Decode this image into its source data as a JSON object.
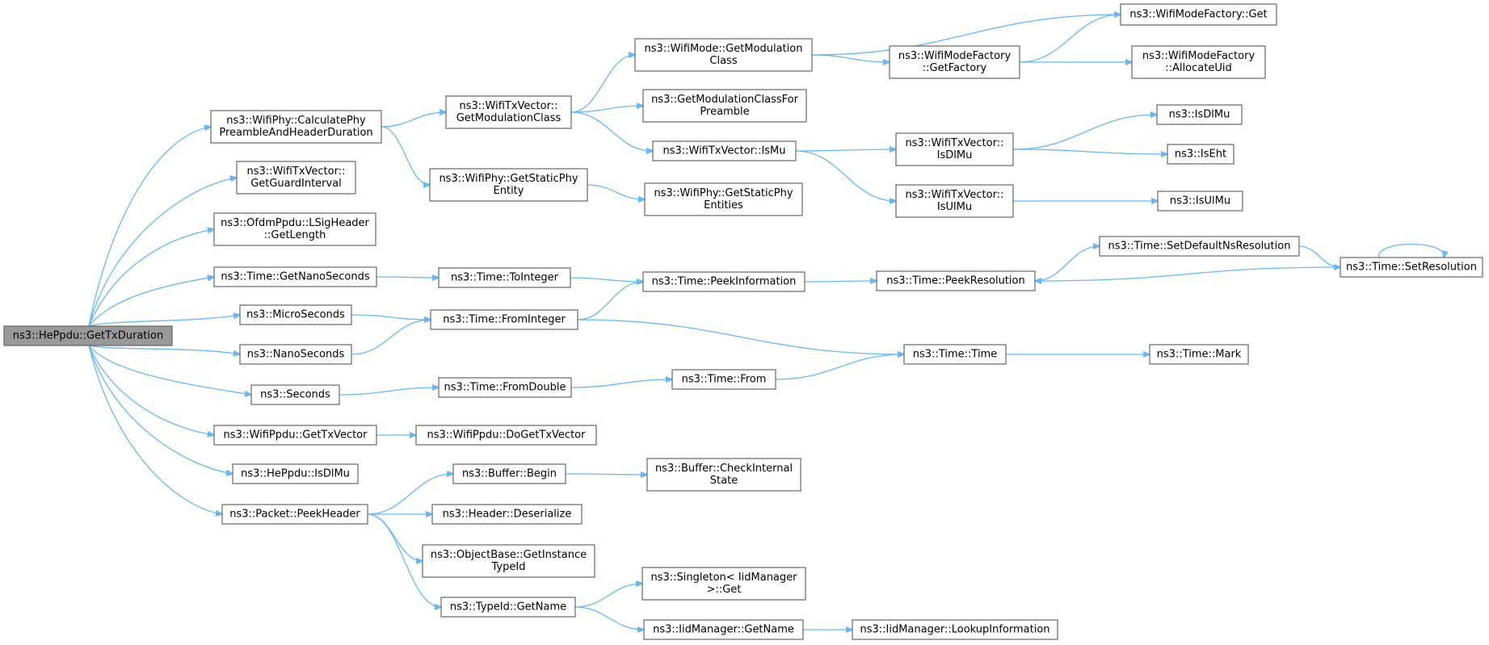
{
  "graph": {
    "root": "ns3::HePpdu::GetTxDuration",
    "nodes": [
      {
        "id": "root",
        "lines": [
          "ns3::HePpdu::GetTxDuration"
        ]
      },
      {
        "id": "calcPhy",
        "lines": [
          "ns3::WifiPhy::CalculatePhy",
          "PreambleAndHeaderDuration"
        ]
      },
      {
        "id": "guardInt",
        "lines": [
          "ns3::WifiTxVector::",
          "GetGuardInterval"
        ]
      },
      {
        "id": "lsigLen",
        "lines": [
          "ns3::OfdmPpdu::LSigHeader",
          "::GetLength"
        ]
      },
      {
        "id": "getNano",
        "lines": [
          "ns3::Time::GetNanoSeconds"
        ]
      },
      {
        "id": "micro",
        "lines": [
          "ns3::MicroSeconds"
        ]
      },
      {
        "id": "nano",
        "lines": [
          "ns3::NanoSeconds"
        ]
      },
      {
        "id": "seconds",
        "lines": [
          "ns3::Seconds"
        ]
      },
      {
        "id": "getTxVec",
        "lines": [
          "ns3::WifiPpdu::GetTxVector"
        ]
      },
      {
        "id": "hePpduIsDlMu",
        "lines": [
          "ns3::HePpdu::IsDlMu"
        ]
      },
      {
        "id": "peekHeader",
        "lines": [
          "ns3::Packet::PeekHeader"
        ]
      },
      {
        "id": "txvGetModClass",
        "lines": [
          "ns3::WifiTxVector::",
          "GetModulationClass"
        ]
      },
      {
        "id": "getStaticPhyEntity",
        "lines": [
          "ns3::WifiPhy::GetStaticPhy",
          "Entity"
        ]
      },
      {
        "id": "toInteger",
        "lines": [
          "ns3::Time::ToInteger"
        ]
      },
      {
        "id": "fromInteger",
        "lines": [
          "ns3::Time::FromInteger"
        ]
      },
      {
        "id": "fromDouble",
        "lines": [
          "ns3::Time::FromDouble"
        ]
      },
      {
        "id": "doGetTxVec",
        "lines": [
          "ns3::WifiPpdu::DoGetTxVector"
        ]
      },
      {
        "id": "bufBegin",
        "lines": [
          "ns3::Buffer::Begin"
        ]
      },
      {
        "id": "hdrDeser",
        "lines": [
          "ns3::Header::Deserialize"
        ]
      },
      {
        "id": "getInstTypeId",
        "lines": [
          "ns3::ObjectBase::GetInstance",
          "TypeId"
        ]
      },
      {
        "id": "typeIdGetName",
        "lines": [
          "ns3::TypeId::GetName"
        ]
      },
      {
        "id": "wmGetModClass",
        "lines": [
          "ns3::WifiMode::GetModulation",
          "Class"
        ]
      },
      {
        "id": "getModClassPreamble",
        "lines": [
          "ns3::GetModulationClassFor",
          "Preamble"
        ]
      },
      {
        "id": "txvIsMu",
        "lines": [
          "ns3::WifiTxVector::IsMu"
        ]
      },
      {
        "id": "getStaticPhyEntities",
        "lines": [
          "ns3::WifiPhy::GetStaticPhy",
          "Entities"
        ]
      },
      {
        "id": "peekInfo",
        "lines": [
          "ns3::Time::PeekInformation"
        ]
      },
      {
        "id": "timeFrom",
        "lines": [
          "ns3::Time::From"
        ]
      },
      {
        "id": "bufCheck",
        "lines": [
          "ns3::Buffer::CheckInternal",
          "State"
        ]
      },
      {
        "id": "singletonGet",
        "lines": [
          "ns3::Singleton< IidManager",
          ">::Get"
        ]
      },
      {
        "id": "iidGetName",
        "lines": [
          "ns3::IidManager::GetName"
        ]
      },
      {
        "id": "wmfGetFactory",
        "lines": [
          "ns3::WifiModeFactory",
          "::GetFactory"
        ]
      },
      {
        "id": "txvIsDlMu",
        "lines": [
          "ns3::WifiTxVector::",
          "IsDlMu"
        ]
      },
      {
        "id": "txvIsUlMu",
        "lines": [
          "ns3::WifiTxVector::",
          "IsUlMu"
        ]
      },
      {
        "id": "peekRes",
        "lines": [
          "ns3::Time::PeekResolution"
        ]
      },
      {
        "id": "timeTime",
        "lines": [
          "ns3::Time::Time"
        ]
      },
      {
        "id": "lookupInfo",
        "lines": [
          "ns3::IidManager::LookupInformation"
        ]
      },
      {
        "id": "wmfGet",
        "lines": [
          "ns3::WifiModeFactory::Get"
        ]
      },
      {
        "id": "wmfAlloc",
        "lines": [
          "ns3::WifiModeFactory",
          "::AllocateUid"
        ]
      },
      {
        "id": "isDlMu",
        "lines": [
          "ns3::IsDlMu"
        ]
      },
      {
        "id": "isEht",
        "lines": [
          "ns3::IsEht"
        ]
      },
      {
        "id": "isUlMu",
        "lines": [
          "ns3::IsUlMu"
        ]
      },
      {
        "id": "setDefNs",
        "lines": [
          "ns3::Time::SetDefaultNsResolution"
        ]
      },
      {
        "id": "setRes",
        "lines": [
          "ns3::Time::SetResolution"
        ]
      },
      {
        "id": "timeMark",
        "lines": [
          "ns3::Time::Mark"
        ]
      }
    ],
    "edges": [
      [
        "root",
        "calcPhy"
      ],
      [
        "root",
        "guardInt"
      ],
      [
        "root",
        "lsigLen"
      ],
      [
        "root",
        "getNano"
      ],
      [
        "root",
        "micro"
      ],
      [
        "root",
        "nano"
      ],
      [
        "root",
        "seconds"
      ],
      [
        "root",
        "getTxVec"
      ],
      [
        "root",
        "hePpduIsDlMu"
      ],
      [
        "root",
        "peekHeader"
      ],
      [
        "calcPhy",
        "txvGetModClass"
      ],
      [
        "calcPhy",
        "getStaticPhyEntity"
      ],
      [
        "txvGetModClass",
        "wmGetModClass"
      ],
      [
        "txvGetModClass",
        "getModClassPreamble"
      ],
      [
        "txvGetModClass",
        "txvIsMu"
      ],
      [
        "wmGetModClass",
        "wmfGet"
      ],
      [
        "wmGetModClass",
        "wmfGetFactory"
      ],
      [
        "wmfGetFactory",
        "wmfGet"
      ],
      [
        "wmfGetFactory",
        "wmfAlloc"
      ],
      [
        "txvIsMu",
        "txvIsDlMu"
      ],
      [
        "txvIsMu",
        "txvIsUlMu"
      ],
      [
        "txvIsDlMu",
        "isDlMu"
      ],
      [
        "txvIsDlMu",
        "isEht"
      ],
      [
        "txvIsUlMu",
        "isUlMu"
      ],
      [
        "getStaticPhyEntity",
        "getStaticPhyEntities"
      ],
      [
        "getNano",
        "toInteger"
      ],
      [
        "toInteger",
        "peekInfo"
      ],
      [
        "peekInfo",
        "peekRes"
      ],
      [
        "peekRes",
        "setDefNs"
      ],
      [
        "setDefNs",
        "setRes"
      ],
      [
        "setRes",
        "peekRes"
      ],
      [
        "setRes",
        "setRes"
      ],
      [
        "micro",
        "fromInteger"
      ],
      [
        "nano",
        "fromInteger"
      ],
      [
        "fromInteger",
        "peekInfo"
      ],
      [
        "fromInteger",
        "timeTime"
      ],
      [
        "seconds",
        "fromDouble"
      ],
      [
        "fromDouble",
        "timeFrom"
      ],
      [
        "timeFrom",
        "timeTime"
      ],
      [
        "timeTime",
        "timeMark"
      ],
      [
        "getTxVec",
        "doGetTxVec"
      ],
      [
        "peekHeader",
        "bufBegin"
      ],
      [
        "peekHeader",
        "hdrDeser"
      ],
      [
        "peekHeader",
        "getInstTypeId"
      ],
      [
        "peekHeader",
        "typeIdGetName"
      ],
      [
        "bufBegin",
        "bufCheck"
      ],
      [
        "typeIdGetName",
        "singletonGet"
      ],
      [
        "typeIdGetName",
        "iidGetName"
      ],
      [
        "iidGetName",
        "lookupInfo"
      ]
    ]
  }
}
